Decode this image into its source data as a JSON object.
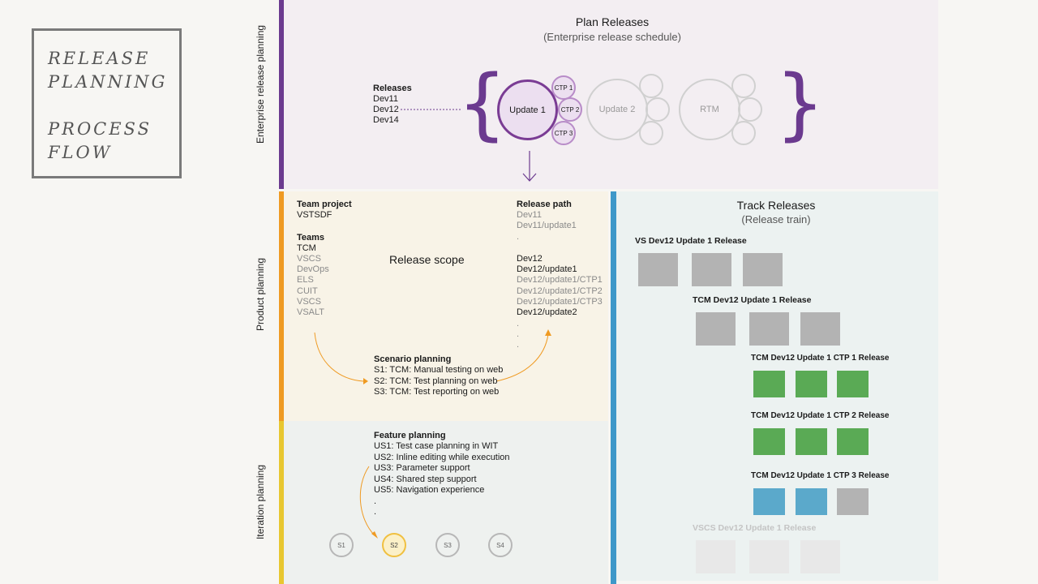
{
  "title_box": {
    "line1": "RELEASE",
    "line2": "PLANNING",
    "line3": "PROCESS",
    "line4": "FLOW"
  },
  "lanes": {
    "enterprise": "Enterprise release planning",
    "product": "Product planning",
    "iteration": "Iteration planning"
  },
  "plan": {
    "title": "Plan Releases",
    "subtitle": "(Enterprise release schedule)",
    "releases_label": "Releases",
    "releases": [
      "Dev11",
      "Dev12",
      "Dev14"
    ],
    "update1": "Update 1",
    "update2": "Update 2",
    "rtm": "RTM",
    "ctps": [
      "CTP 1",
      "CTP 2",
      "CTP 3"
    ]
  },
  "product": {
    "team_project_label": "Team project",
    "team_project": "VSTSDF",
    "teams_label": "Teams",
    "teams": [
      "TCM",
      "VSCS",
      "DevOps",
      "ELS",
      "CUIT",
      "VSCS",
      "VSALT"
    ],
    "scope": "Release scope",
    "release_path_label": "Release path",
    "release_path_gray": [
      "Dev11",
      "Dev11/update1",
      "."
    ],
    "release_path": [
      "Dev12",
      "Dev12/update1",
      "Dev12/update1/CTP1",
      "Dev12/update1/CTP2",
      "Dev12/update1/CTP3",
      "Dev12/update2"
    ],
    "release_path_dots": [
      ".",
      ".",
      "."
    ],
    "scenario_label": "Scenario planning",
    "scenarios": [
      "S1: TCM: Manual testing on web",
      "S2: TCM: Test planning on web",
      "S3: TCM: Test reporting on web"
    ]
  },
  "iteration": {
    "feature_label": "Feature planning",
    "features": [
      "US1: Test case planning in WIT",
      "US2: Inline editing while execution",
      "US3: Parameter support",
      "US4: Shared step support",
      "US5: Navigation experience",
      ".",
      "."
    ],
    "sprints": [
      "S1",
      "S2",
      "S3",
      "S4"
    ]
  },
  "track": {
    "title": "Track Releases",
    "subtitle": "(Release train)",
    "releases": [
      {
        "name": "VS Dev12 Update 1 Release"
      },
      {
        "name": "TCM Dev12 Update 1 Release"
      },
      {
        "name": "TCM Dev12 Update 1 CTP 1 Release"
      },
      {
        "name": "TCM Dev12 Update 1 CTP 2 Release"
      },
      {
        "name": "TCM Dev12 Update 1 CTP 3 Release"
      },
      {
        "name": "VSCS Dev12 Update 1 Release"
      }
    ]
  },
  "colors": {
    "purple": "#6b3a8f",
    "orange": "#ef9a22",
    "yellow": "#e8c730",
    "blue": "#3e98c9",
    "green": "#5aaa55",
    "tile_blue": "#5ba9cb",
    "tile_gray": "#b3b3b3"
  }
}
